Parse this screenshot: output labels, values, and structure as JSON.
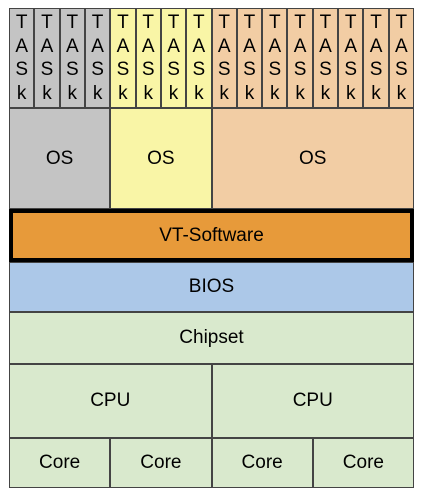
{
  "colors": {
    "gray": "#c4c4c4",
    "yellow": "#f9f5a6",
    "peach": "#f2cda4",
    "orange": "#e79a3a",
    "blue": "#acc8e8",
    "green": "#d9e9cd"
  },
  "task_groups": [
    {
      "color_key": "gray",
      "count": 4
    },
    {
      "color_key": "yellow",
      "count": 4
    },
    {
      "color_key": "peach",
      "count": 8
    }
  ],
  "task": {
    "letters": [
      "T",
      "A",
      "S",
      "k"
    ]
  },
  "os": [
    {
      "label": "OS",
      "color_key": "gray"
    },
    {
      "label": "OS",
      "color_key": "yellow"
    },
    {
      "label": "OS",
      "color_key": "peach"
    }
  ],
  "vt": {
    "label": "VT-Software"
  },
  "bios": {
    "label": "BIOS"
  },
  "chipset": {
    "label": "Chipset"
  },
  "cpus": [
    {
      "label": "CPU"
    },
    {
      "label": "CPU"
    }
  ],
  "cores": [
    {
      "label": "Core"
    },
    {
      "label": "Core"
    },
    {
      "label": "Core"
    },
    {
      "label": "Core"
    }
  ]
}
